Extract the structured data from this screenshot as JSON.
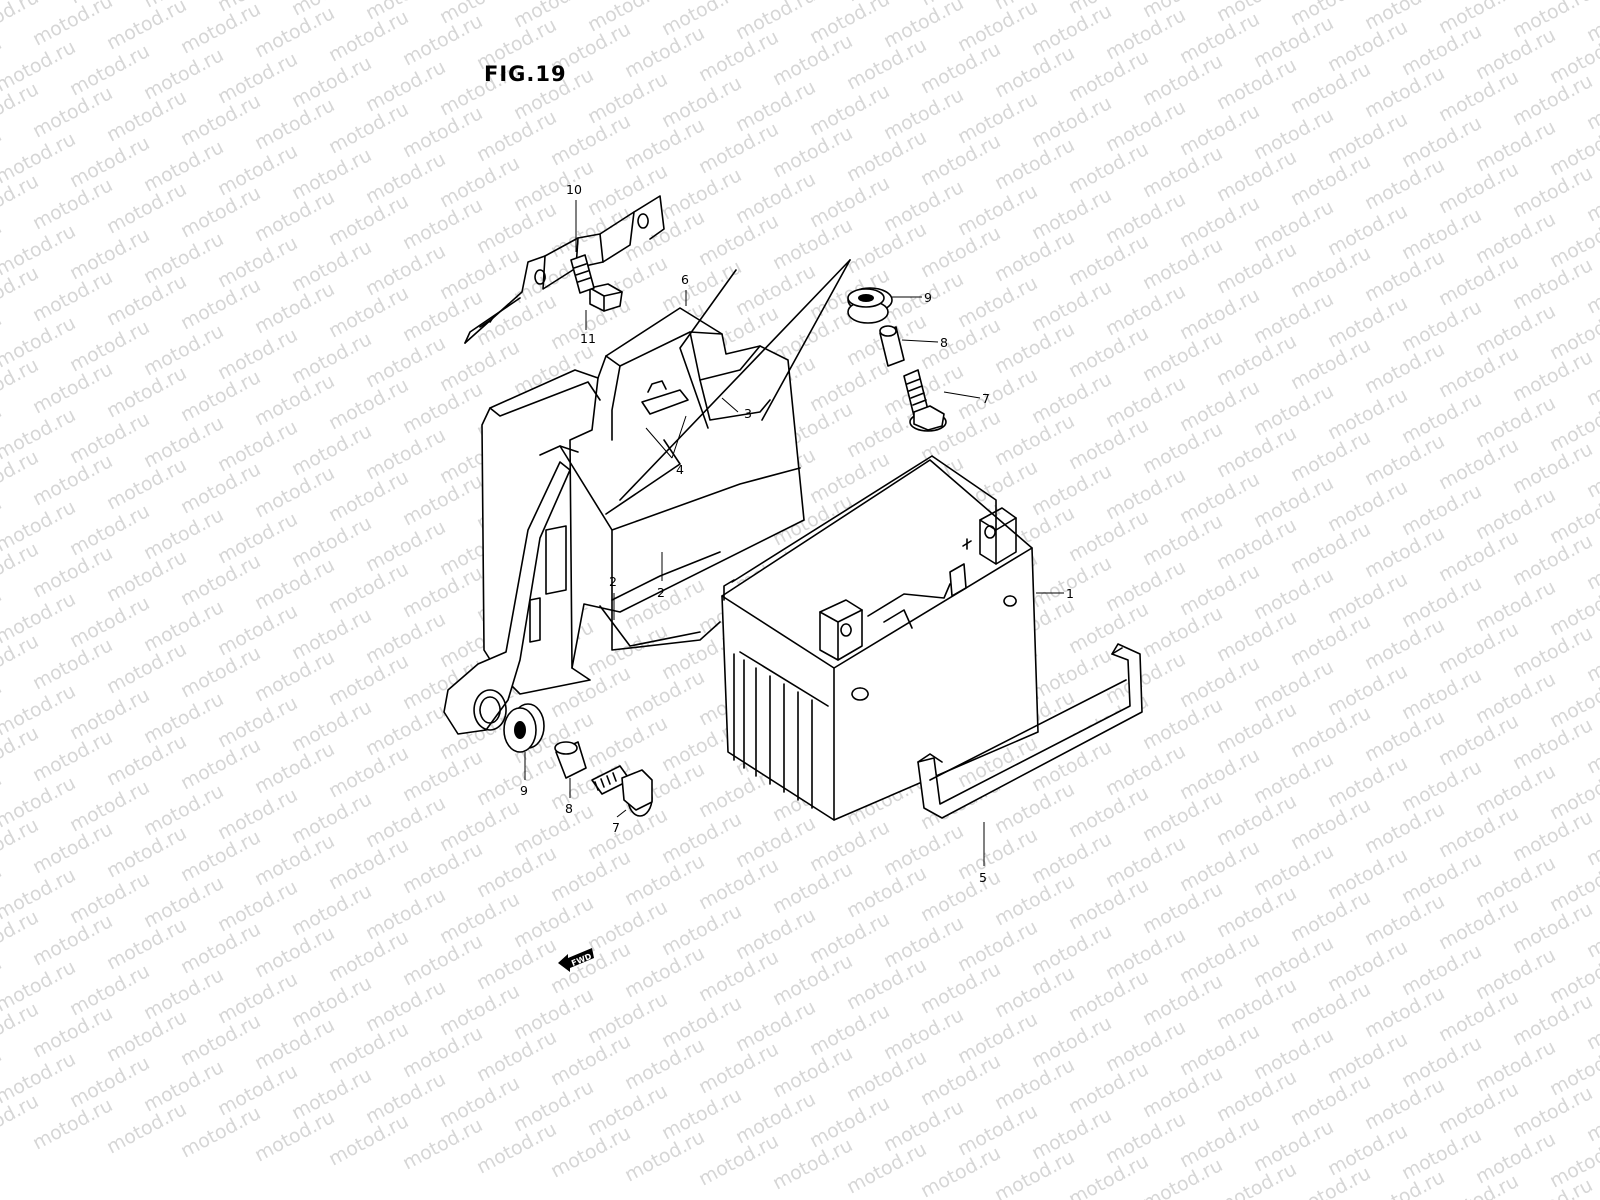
{
  "figure": {
    "title": "FIG.19"
  },
  "watermark": {
    "text": "motod.ru"
  },
  "callouts": [
    {
      "id": "c1",
      "number": "1"
    },
    {
      "id": "c2a",
      "number": "2"
    },
    {
      "id": "c2b",
      "number": "2"
    },
    {
      "id": "c3",
      "number": "3"
    },
    {
      "id": "c4",
      "number": "4"
    },
    {
      "id": "c5",
      "number": "5"
    },
    {
      "id": "c6",
      "number": "6"
    },
    {
      "id": "c7a",
      "number": "7"
    },
    {
      "id": "c7b",
      "number": "7"
    },
    {
      "id": "c8a",
      "number": "8"
    },
    {
      "id": "c8b",
      "number": "8"
    },
    {
      "id": "c9a",
      "number": "9"
    },
    {
      "id": "c9b",
      "number": "9"
    },
    {
      "id": "c10",
      "number": "10"
    },
    {
      "id": "c11",
      "number": "11"
    }
  ],
  "direction_marker": {
    "label": "FWD",
    "icon": "fwd-arrow-icon"
  }
}
